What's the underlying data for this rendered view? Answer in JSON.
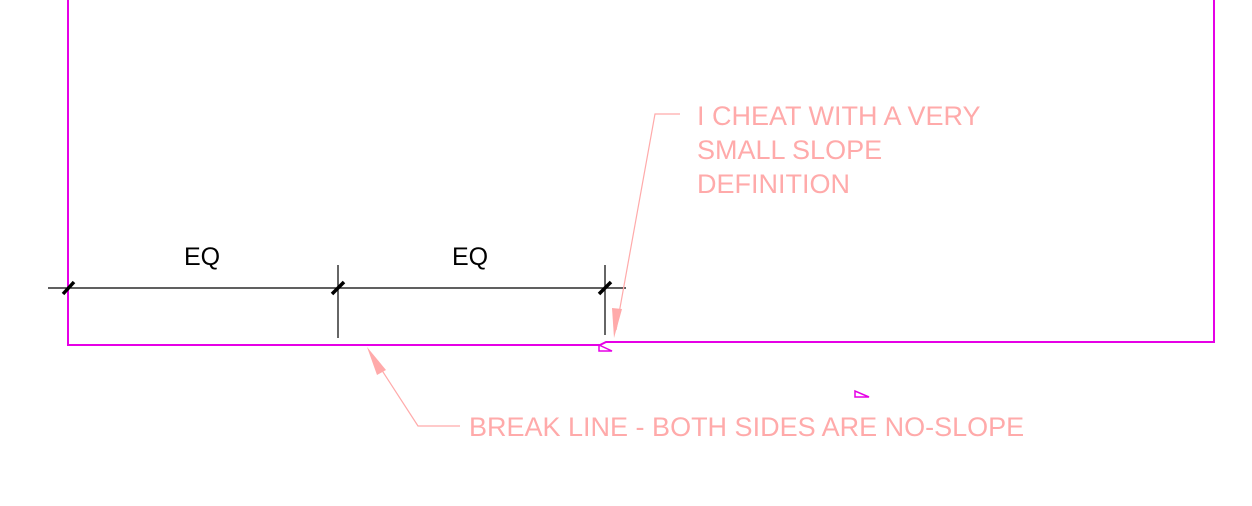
{
  "dimensions": {
    "left_label": "EQ",
    "right_label": "EQ"
  },
  "notes": {
    "slope_note": [
      "I CHEAT WITH A VERY",
      "SMALL SLOPE",
      "DEFINITION"
    ],
    "break_note": "BREAK LINE - BOTH SIDES ARE NO-SLOPE"
  },
  "colors": {
    "outline": "#e600e6",
    "annotation": "#ffaaaa",
    "dimension": "#000000"
  }
}
